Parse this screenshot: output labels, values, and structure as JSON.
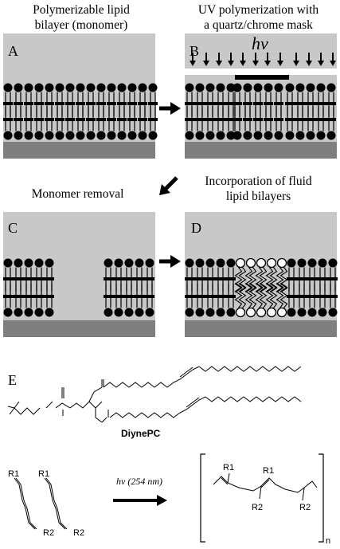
{
  "captions": {
    "a_line1": "Polymerizable lipid",
    "a_line2": "bilayer (monomer)",
    "b_line1": "UV polymerization with",
    "b_line2": "a quartz/chrome mask",
    "c": "Monomer removal",
    "d_line1": "Incorporation of fluid",
    "d_line2": "lipid bilayers"
  },
  "panels": {
    "a": "A",
    "b": "B",
    "c": "C",
    "d": "D",
    "e": "E"
  },
  "uv_symbol": "hν",
  "molecule_name": "DiynePC",
  "reaction": {
    "condition": "hν (254 nm)",
    "r1": "R1",
    "r2": "R2",
    "r1_sub": "1",
    "r2_sub": "2",
    "repeat": "n"
  },
  "colors": {
    "water": "#c8c8c8",
    "substrate": "#7f7f7f",
    "lipid": "#000000",
    "fluid_head": "#ffffff"
  }
}
